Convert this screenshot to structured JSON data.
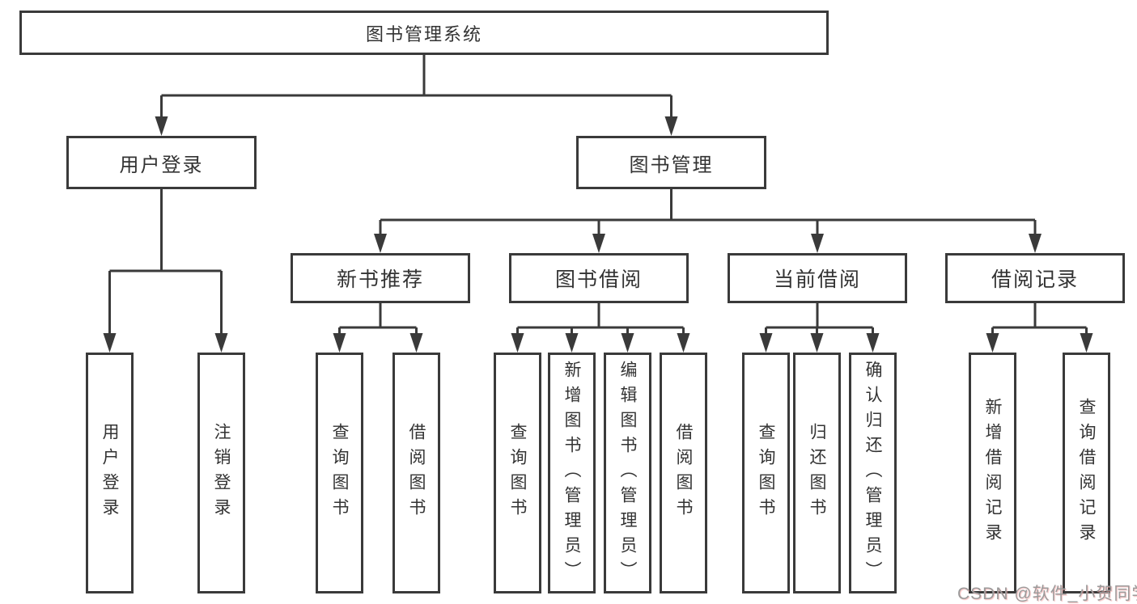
{
  "diagram": {
    "type": "hierarchy-tree",
    "title": "图书管理系统",
    "colors": {
      "line": "#3a3a3a",
      "box_border": "#3a3a3a",
      "text": "#333333",
      "background": "#ffffff",
      "watermark_text": "#9b9b9b"
    },
    "tree": {
      "label": "图书管理系统",
      "children": [
        {
          "label": "用户登录",
          "children": [
            {
              "label": "用户登录"
            },
            {
              "label": "注销登录"
            }
          ]
        },
        {
          "label": "图书管理",
          "children": [
            {
              "label": "新书推荐",
              "children": [
                {
                  "label": "查询图书"
                },
                {
                  "label": "借阅图书"
                }
              ]
            },
            {
              "label": "图书借阅",
              "children": [
                {
                  "label": "查询图书"
                },
                {
                  "label": "新增图书（管理员）"
                },
                {
                  "label": "编辑图书（管理员）"
                },
                {
                  "label": "借阅图书"
                }
              ]
            },
            {
              "label": "当前借阅",
              "children": [
                {
                  "label": "查询图书"
                },
                {
                  "label": "归还图书"
                },
                {
                  "label": "确认归还（管理员）"
                }
              ]
            },
            {
              "label": "借阅记录",
              "children": [
                {
                  "label": "新增借阅记录"
                },
                {
                  "label": "查询借阅记录"
                }
              ]
            }
          ]
        }
      ]
    },
    "watermark": {
      "text": "CSDN @软件_小贺同学"
    }
  }
}
